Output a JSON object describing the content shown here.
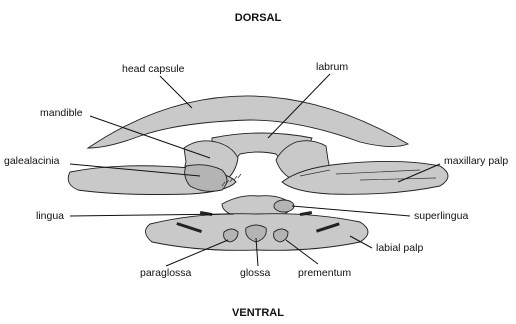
{
  "orientation": {
    "top": "DORSAL",
    "bottom": "VENTRAL"
  },
  "labels": {
    "head_capsule": "head capsule",
    "labrum": "labrum",
    "mandible": "mandible",
    "galealacinia": "galealacinia",
    "maxillary_palp": "maxillary palp",
    "lingua": "lingua",
    "superlingua": "superlingua",
    "labial_palp": "labial palp",
    "paraglossa": "paraglossa",
    "glossa": "glossa",
    "prementum": "prementum"
  }
}
